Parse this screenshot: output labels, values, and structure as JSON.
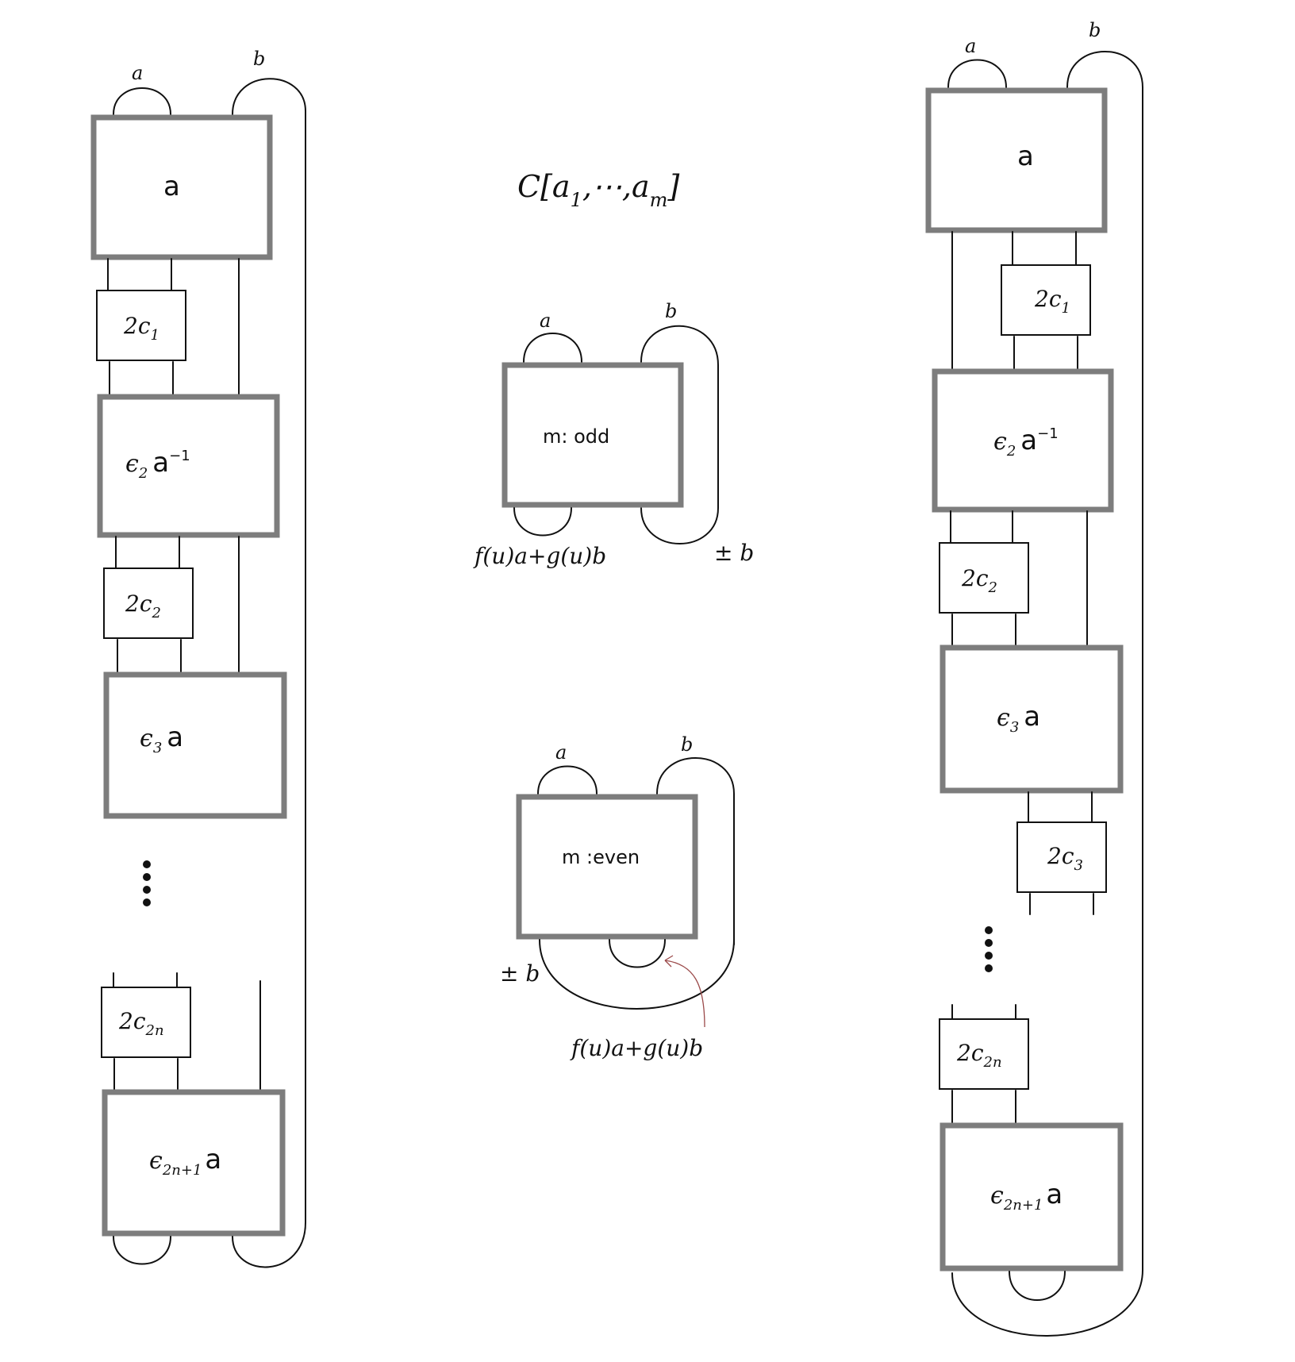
{
  "figure": {
    "title_base": "C[a",
    "title_sub1": "1",
    "title_mid": ",⋯,a",
    "title_subm": "m",
    "title_end": "]",
    "strand_a": "a",
    "strand_b": "b",
    "box_a": "a",
    "eps": "ϵ",
    "inv": "−1",
    "sub_2": "2",
    "sub_3": "3",
    "sub_2n1": "2n+1",
    "twist_2": "2",
    "twist_c": "c",
    "twist_sub1": "1",
    "twist_sub2": "2",
    "twist_sub3": "3",
    "twist_sub2n": "2n",
    "dots": "⋮",
    "odd_label": "m: odd",
    "even_label": "m :even",
    "f_expr": "f(u)a+g(u)b",
    "pm_b": "± b"
  }
}
